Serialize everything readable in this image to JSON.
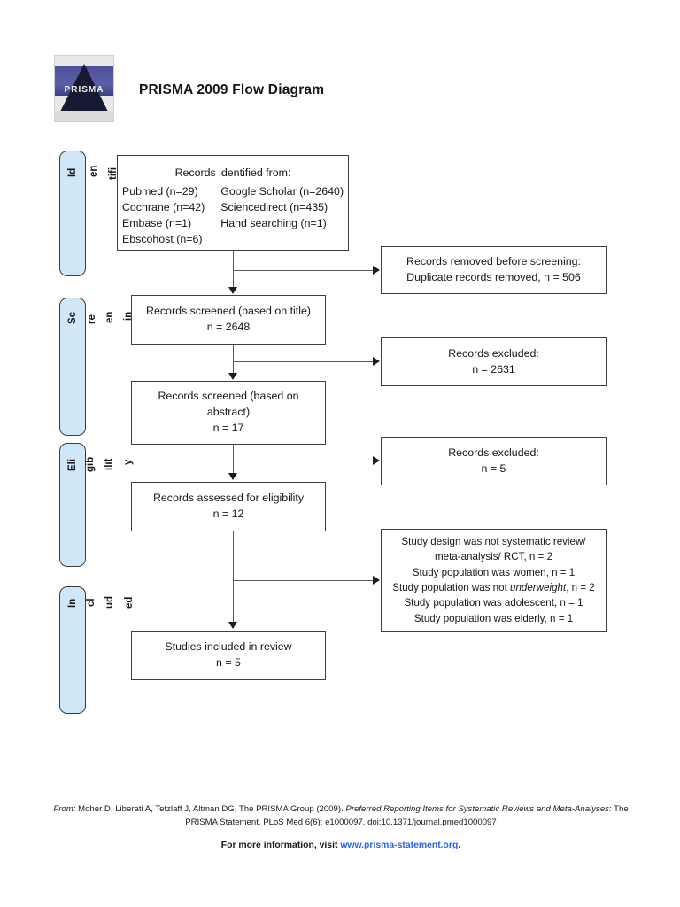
{
  "document": {
    "title": "PRISMA 2009 Flow Diagram",
    "logo_wordmark": "PRISMA"
  },
  "stages": [
    {
      "id": "identification",
      "fragments": [
        "Id",
        "en",
        "tifi"
      ]
    },
    {
      "id": "screening",
      "fragments": [
        "Sc",
        "re",
        "en",
        "in"
      ]
    },
    {
      "id": "eligibility",
      "fragments": [
        "Eli",
        "gib",
        "ilit",
        "y"
      ]
    },
    {
      "id": "included",
      "fragments": [
        "In",
        "cl",
        "ud",
        "ed"
      ]
    }
  ],
  "boxes": {
    "identified": {
      "heading": "Records identified from:",
      "sources": [
        "Pubmed (n=29)",
        "Google Scholar (n=2640)",
        "Cochrane (n=42)",
        "Sciencedirect (n=435)",
        "Embase (n=1)",
        "Hand searching (n=1)",
        "Ebscohost (n=6)",
        ""
      ]
    },
    "removed_before_screening": {
      "line1": "Records removed before screening:",
      "line2": "Duplicate records removed, n = 506"
    },
    "screened_title": {
      "line1": "Records screened (based on title)",
      "line2": "n =  2648"
    },
    "excluded_title": {
      "line1": "Records excluded:",
      "line2": "n = 2631"
    },
    "screened_abstract": {
      "line1": "Records screened (based on",
      "line2": "abstract)",
      "line3": "n = 17"
    },
    "excluded_abstract": {
      "line1": "Records excluded:",
      "line2": "n = 5"
    },
    "assessed_eligibility": {
      "line1": "Records assessed for eligibility",
      "line2": "n = 12"
    },
    "excluded_reasons": {
      "line1": "Study design was not systematic review/",
      "line2": "meta-analysis/ RCT, n = 2",
      "line3": "Study population was women, n = 1",
      "line4_pre": "Study population was not ",
      "line4_em": "underweight",
      "line4_post": ", n = 2",
      "line5": "Study population was adolescent, n = 1",
      "line6": "Study population was elderly, n = 1"
    },
    "included_studies": {
      "line1": "Studies included in review",
      "line2": "n = 5"
    }
  },
  "footer": {
    "citation_pre": "From:",
    "citation_authors": "  Moher D, Liberati A, Tetzlaff J, Altman DG, The PRISMA Group (2009). ",
    "citation_title": "Preferred Reporting Items for Systematic Reviews and Meta-Analyses:",
    "citation_post": " The PRISMA Statement. PLoS Med 6(6): e1000097. doi:10.1371/journal.pmed1000097",
    "link_prefix": "For more information, visit ",
    "link_text": "www.prisma-statement.org",
    "link_suffix": "."
  },
  "colors": {
    "stage_bar_fill": "#cfe7f7",
    "box_border": "#3f3f3f",
    "connector": "#5a5a5a",
    "link": "#2a62e8"
  }
}
